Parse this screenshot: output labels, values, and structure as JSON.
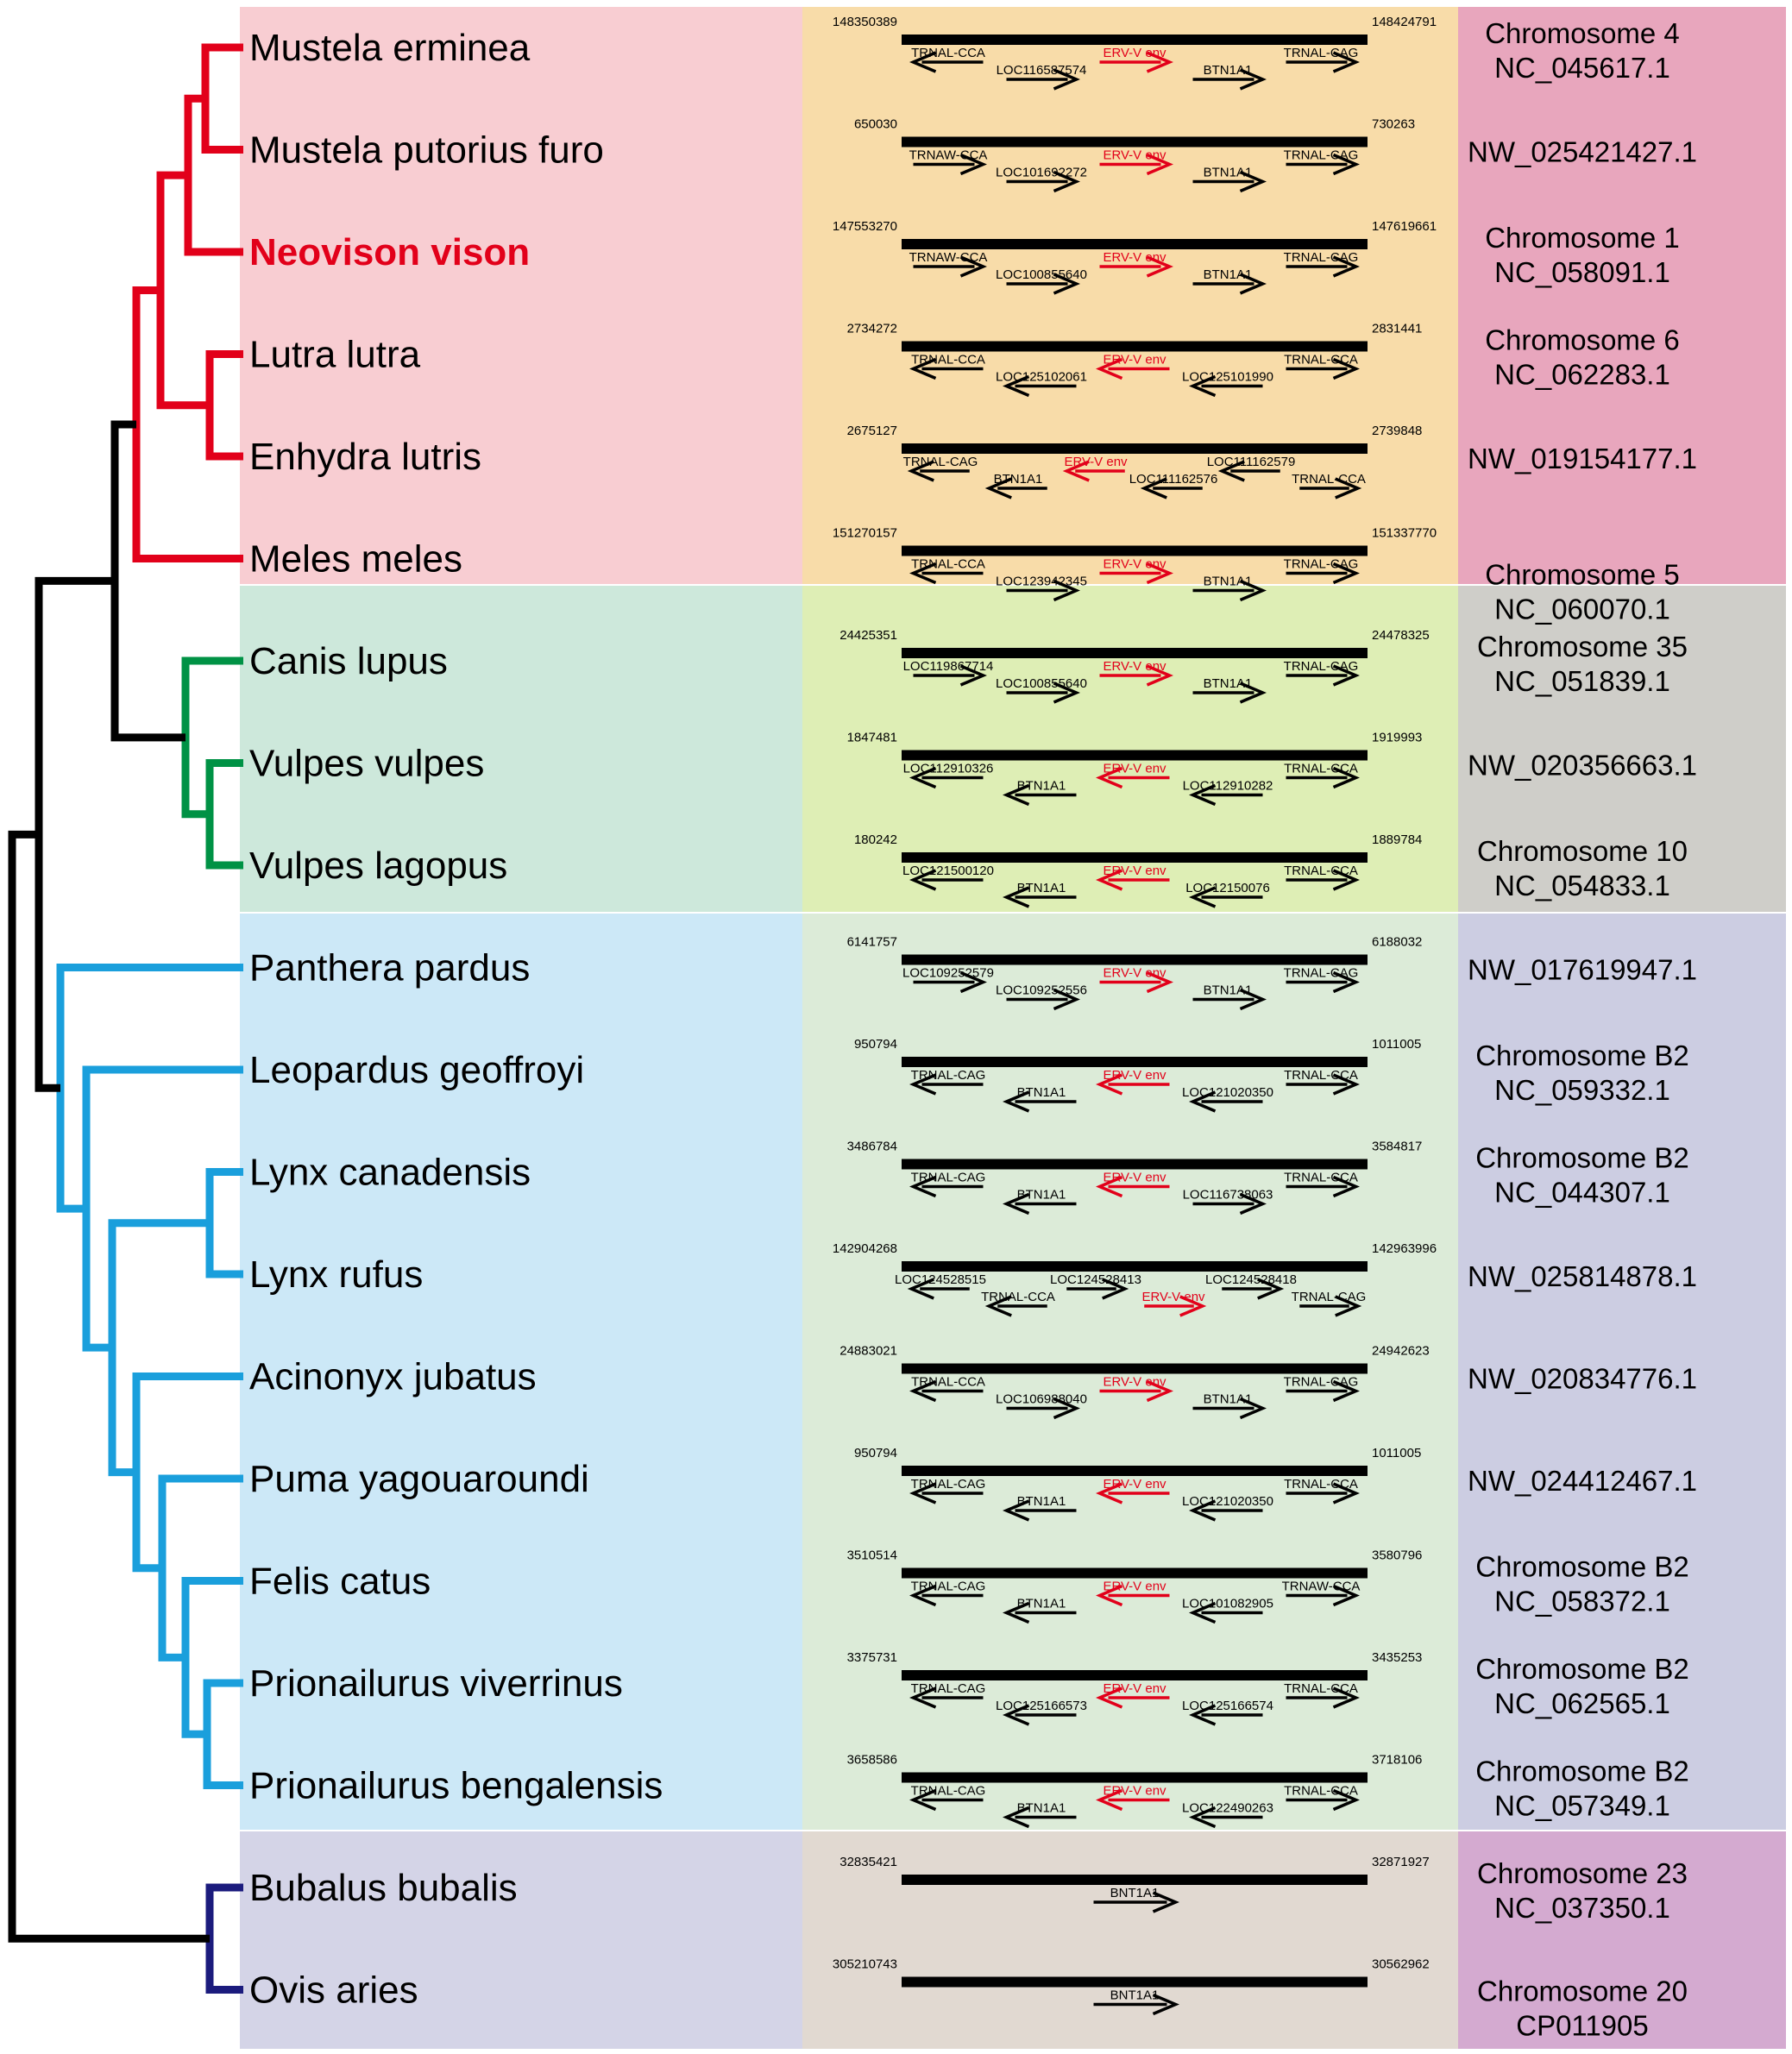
{
  "colors": {
    "mustelid_clade": "#e2001a",
    "canid_clade": "#009245",
    "felid_clade": "#1a9fdc",
    "bovid_clade": "#1b1b7d",
    "root": "#000000",
    "highlight_species": "#e2001a",
    "mustelid_bg": "#f8cdd2",
    "canid_bg": "#cde8db",
    "felid_bg": "#cce8f7",
    "bovid_bg": "#d4d4e7",
    "mustelid_loci_bg": "#f8dca9",
    "canid_loci_bg": "#deeeb5",
    "felid_loci_bg": "#dcebd8",
    "bovid_loci_bg": "#e1d9d1",
    "mustelid_chrom_bg": "#e8a6bd",
    "canid_chrom_bg": "#cfcec9",
    "felid_chrom_bg": "#cccde2",
    "bovid_chrom_bg": "#d4aad0",
    "erv_env": "#e2001a",
    "gene": "#000000"
  },
  "species": [
    {
      "name": "Mustela erminea",
      "highlight": false
    },
    {
      "name": "Mustela putorius furo",
      "highlight": false
    },
    {
      "name": "Neovison vison",
      "highlight": true
    },
    {
      "name": "Lutra lutra",
      "highlight": false
    },
    {
      "name": "Enhydra lutris",
      "highlight": false
    },
    {
      "name": "Meles meles",
      "highlight": false
    },
    {
      "name": "Canis lupus",
      "highlight": false
    },
    {
      "name": "Vulpes vulpes",
      "highlight": false
    },
    {
      "name": "Vulpes lagopus",
      "highlight": false
    },
    {
      "name": "Panthera pardus",
      "highlight": false
    },
    {
      "name": "Leopardus geoffroyi",
      "highlight": false
    },
    {
      "name": "Lynx canadensis",
      "highlight": false
    },
    {
      "name": "Lynx rufus",
      "highlight": false
    },
    {
      "name": "Acinonyx jubatus",
      "highlight": false
    },
    {
      "name": "Puma yagouaroundi",
      "highlight": false
    },
    {
      "name": "Felis catus",
      "highlight": false
    },
    {
      "name": "Prionailurus viverrinus",
      "highlight": false
    },
    {
      "name": "Prionailurus bengalensis",
      "highlight": false
    },
    {
      "name": "Bubalus bubalis",
      "highlight": false
    },
    {
      "name": "Ovis aries",
      "highlight": false
    }
  ],
  "chromosome_labels": [
    {
      "row": 0,
      "lines": [
        "Chromosome 4",
        "NC_045617.1"
      ]
    },
    {
      "row": 1,
      "lines": [
        "NW_025421427.1"
      ]
    },
    {
      "row": 2,
      "lines": [
        "Chromosome 1",
        "NC_058091.1"
      ]
    },
    {
      "row": 3,
      "lines": [
        "Chromosome 6",
        "NC_062283.1"
      ]
    },
    {
      "row": 4,
      "lines": [
        "NW_019154177.1"
      ]
    },
    {
      "row": 5,
      "lines": [
        "Chromosome 5",
        "NC_060070.1"
      ]
    },
    {
      "row": 6,
      "lines": [
        "Chromosome 35",
        "NC_051839.1"
      ]
    },
    {
      "row": 7,
      "lines": [
        "NW_020356663.1"
      ]
    },
    {
      "row": 8,
      "lines": [
        "Chromosome 10",
        "NC_054833.1"
      ]
    },
    {
      "row": 9,
      "lines": [
        "NW_017619947.1"
      ]
    },
    {
      "row": 10,
      "lines": [
        "Chromosome B2",
        "NC_059332.1"
      ]
    },
    {
      "row": 11,
      "lines": [
        "Chromosome B2",
        "NC_044307.1"
      ]
    },
    {
      "row": 12,
      "lines": [
        "NW_025814878.1"
      ]
    },
    {
      "row": 13,
      "lines": [
        "NW_020834776.1"
      ]
    },
    {
      "row": 14,
      "lines": [
        "NW_024412467.1"
      ]
    },
    {
      "row": 15,
      "lines": [
        "Chromosome B2",
        "NC_058372.1"
      ]
    },
    {
      "row": 16,
      "lines": [
        "Chromosome B2",
        "NC_062565.1"
      ]
    },
    {
      "row": 17,
      "lines": [
        "Chromosome B2",
        "NC_057349.1"
      ]
    },
    {
      "row": 18,
      "lines": [
        "Chromosome 23",
        "NC_037350.1"
      ]
    },
    {
      "row": 19,
      "lines": [
        "Chromosome 20",
        "CP011905"
      ]
    }
  ],
  "loci": [
    {
      "start": "148350389",
      "end": "148424791",
      "features": [
        {
          "label": "TRNAL-CCA",
          "dir": "left",
          "erv": false
        },
        {
          "label": "LOC116587574",
          "dir": "right",
          "erv": false
        },
        {
          "label": "ERV-V env",
          "dir": "right",
          "erv": true
        },
        {
          "label": "BTN1A1",
          "dir": "right",
          "erv": false
        },
        {
          "label": "TRNAL-CAG",
          "dir": "right",
          "erv": false
        }
      ]
    },
    {
      "start": "650030",
      "end": "730263",
      "features": [
        {
          "label": "TRNAW-CCA",
          "dir": "right",
          "erv": false
        },
        {
          "label": "LOC101692272",
          "dir": "right",
          "erv": false
        },
        {
          "label": "ERV-V env",
          "dir": "right",
          "erv": true
        },
        {
          "label": "BTN1A1",
          "dir": "right",
          "erv": false
        },
        {
          "label": "TRNAL-CAG",
          "dir": "right",
          "erv": false
        }
      ]
    },
    {
      "start": "147553270",
      "end": "147619661",
      "features": [
        {
          "label": "TRNAW-CCA",
          "dir": "right",
          "erv": false
        },
        {
          "label": "LOC100855640",
          "dir": "right",
          "erv": false
        },
        {
          "label": "ERV-V env",
          "dir": "right",
          "erv": true
        },
        {
          "label": "BTN1A1",
          "dir": "right",
          "erv": false
        },
        {
          "label": "TRNAL-CAG",
          "dir": "right",
          "erv": false
        }
      ]
    },
    {
      "start": "2734272",
      "end": "2831441",
      "features": [
        {
          "label": "TRNAL-CCA",
          "dir": "left",
          "erv": false
        },
        {
          "label": "LOC125102061",
          "dir": "left",
          "erv": false
        },
        {
          "label": "ERV-V env",
          "dir": "left",
          "erv": true
        },
        {
          "label": "LOC125101990",
          "dir": "left",
          "erv": false
        },
        {
          "label": "TRNAL-CCA",
          "dir": "right",
          "erv": false
        }
      ]
    },
    {
      "start": "2675127",
      "end": "2739848",
      "features": [
        {
          "label": "TRNAL-CAG",
          "dir": "left",
          "erv": false
        },
        {
          "label": "BTN1A1",
          "dir": "left",
          "erv": false
        },
        {
          "label": "ERV-V env",
          "dir": "left",
          "erv": true
        },
        {
          "label": "LOC111162576",
          "dir": "left",
          "erv": false
        },
        {
          "label": "LOC111162579",
          "dir": "left",
          "erv": false
        },
        {
          "label": "TRNAL-CCA",
          "dir": "right",
          "erv": false
        }
      ]
    },
    {
      "start": "151270157",
      "end": "151337770",
      "features": [
        {
          "label": "TRNAL-CCA",
          "dir": "left",
          "erv": false
        },
        {
          "label": "LOC123942345",
          "dir": "right",
          "erv": false
        },
        {
          "label": "ERV-V env",
          "dir": "right",
          "erv": true
        },
        {
          "label": "BTN1A1",
          "dir": "right",
          "erv": false
        },
        {
          "label": "TRNAL-CAG",
          "dir": "right",
          "erv": false
        }
      ]
    },
    {
      "start": "24425351",
      "end": "24478325",
      "features": [
        {
          "label": "LOC119867714",
          "dir": "right",
          "erv": false
        },
        {
          "label": "LOC100855640",
          "dir": "right",
          "erv": false
        },
        {
          "label": "ERV-V env",
          "dir": "right",
          "erv": true
        },
        {
          "label": "BTN1A1",
          "dir": "right",
          "erv": false
        },
        {
          "label": "TRNAL-CAG",
          "dir": "right",
          "erv": false
        }
      ]
    },
    {
      "start": "1847481",
      "end": "1919993",
      "features": [
        {
          "label": "LOC112910326",
          "dir": "left",
          "erv": false
        },
        {
          "label": "BTN1A1",
          "dir": "left",
          "erv": false
        },
        {
          "label": "ERV-V env",
          "dir": "left",
          "erv": true
        },
        {
          "label": "LOC112910282",
          "dir": "left",
          "erv": false
        },
        {
          "label": "TRNAL-CCA",
          "dir": "right",
          "erv": false
        }
      ]
    },
    {
      "start": "180242",
      "end": "1889784",
      "features": [
        {
          "label": "LOC121500120",
          "dir": "left",
          "erv": false
        },
        {
          "label": "BTN1A1",
          "dir": "left",
          "erv": false
        },
        {
          "label": "ERV-V env",
          "dir": "left",
          "erv": true
        },
        {
          "label": "LOC12150076",
          "dir": "left",
          "erv": false
        },
        {
          "label": "TRNAL-CCA",
          "dir": "right",
          "erv": false
        }
      ]
    },
    {
      "start": "6141757",
      "end": "6188032",
      "features": [
        {
          "label": "LOC109252579",
          "dir": "right",
          "erv": false
        },
        {
          "label": "LOC109252556",
          "dir": "right",
          "erv": false
        },
        {
          "label": "ERV-V env",
          "dir": "right",
          "erv": true
        },
        {
          "label": "BTN1A1",
          "dir": "right",
          "erv": false
        },
        {
          "label": "TRNAL-CAG",
          "dir": "right",
          "erv": false
        }
      ]
    },
    {
      "start": "950794",
      "end": "1011005",
      "features": [
        {
          "label": "TRNAL-CAG",
          "dir": "left",
          "erv": false
        },
        {
          "label": "BTN1A1",
          "dir": "left",
          "erv": false
        },
        {
          "label": "ERV-V env",
          "dir": "left",
          "erv": true
        },
        {
          "label": "LOC121020350",
          "dir": "left",
          "erv": false
        },
        {
          "label": "TRNAL-CCA",
          "dir": "right",
          "erv": false
        }
      ]
    },
    {
      "start": "3486784",
      "end": "3584817",
      "features": [
        {
          "label": "TRNAL-CAG",
          "dir": "left",
          "erv": false
        },
        {
          "label": "BTN1A1",
          "dir": "left",
          "erv": false
        },
        {
          "label": "ERV-V env",
          "dir": "left",
          "erv": true
        },
        {
          "label": "LOC116738063",
          "dir": "right",
          "erv": false
        },
        {
          "label": "TRNAL-CCA",
          "dir": "right",
          "erv": false
        }
      ]
    },
    {
      "start": "142904268",
      "end": "142963996",
      "features": [
        {
          "label": "LOC124528515",
          "dir": "left",
          "erv": false
        },
        {
          "label": "TRNAL-CCA",
          "dir": "left",
          "erv": false
        },
        {
          "label": "LOC124528413",
          "dir": "right",
          "erv": false
        },
        {
          "label": "ERV-V env",
          "dir": "right",
          "erv": true
        },
        {
          "label": "LOC124528418",
          "dir": "right",
          "erv": false
        },
        {
          "label": "TRNAL-CAG",
          "dir": "right",
          "erv": false
        }
      ]
    },
    {
      "start": "24883021",
      "end": "24942623",
      "features": [
        {
          "label": "TRNAL-CCA",
          "dir": "left",
          "erv": false
        },
        {
          "label": "LOC106988040",
          "dir": "right",
          "erv": false
        },
        {
          "label": "ERV-V env",
          "dir": "right",
          "erv": true
        },
        {
          "label": "BTN1A1",
          "dir": "right",
          "erv": false
        },
        {
          "label": "TRNAL-CAG",
          "dir": "right",
          "erv": false
        }
      ]
    },
    {
      "start": "950794",
      "end": "1011005",
      "features": [
        {
          "label": "TRNAL-CAG",
          "dir": "left",
          "erv": false
        },
        {
          "label": "BTN1A1",
          "dir": "left",
          "erv": false
        },
        {
          "label": "ERV-V env",
          "dir": "left",
          "erv": true
        },
        {
          "label": "LOC121020350",
          "dir": "left",
          "erv": false
        },
        {
          "label": "TRNAL-CCA",
          "dir": "right",
          "erv": false
        }
      ]
    },
    {
      "start": "3510514",
      "end": "3580796",
      "features": [
        {
          "label": "TRNAL-CAG",
          "dir": "left",
          "erv": false
        },
        {
          "label": "BTN1A1",
          "dir": "left",
          "erv": false
        },
        {
          "label": "ERV-V env",
          "dir": "left",
          "erv": true
        },
        {
          "label": "LOC101082905",
          "dir": "left",
          "erv": false
        },
        {
          "label": "TRNAW-CCA",
          "dir": "right",
          "erv": false
        }
      ]
    },
    {
      "start": "3375731",
      "end": "3435253",
      "features": [
        {
          "label": "TRNAL-CAG",
          "dir": "left",
          "erv": false
        },
        {
          "label": "LOC125166573",
          "dir": "left",
          "erv": false
        },
        {
          "label": "ERV-V env",
          "dir": "left",
          "erv": true
        },
        {
          "label": "LOC125166574",
          "dir": "left",
          "erv": false
        },
        {
          "label": "TRNAL-CCA",
          "dir": "right",
          "erv": false
        }
      ]
    },
    {
      "start": "3658586",
      "end": "3718106",
      "features": [
        {
          "label": "TRNAL-CAG",
          "dir": "left",
          "erv": false
        },
        {
          "label": "BTN1A1",
          "dir": "left",
          "erv": false
        },
        {
          "label": "ERV-V env",
          "dir": "left",
          "erv": true
        },
        {
          "label": "LOC122490263",
          "dir": "left",
          "erv": false
        },
        {
          "label": "TRNAL-CCA",
          "dir": "right",
          "erv": false
        }
      ]
    },
    {
      "start": "32835421",
      "end": "32871927",
      "features": [
        {
          "label": "BNT1A1",
          "dir": "right",
          "erv": false
        }
      ]
    },
    {
      "start": "305210743",
      "end": "30562962",
      "features": [
        {
          "label": "BNT1A1",
          "dir": "right",
          "erv": false
        }
      ]
    }
  ]
}
